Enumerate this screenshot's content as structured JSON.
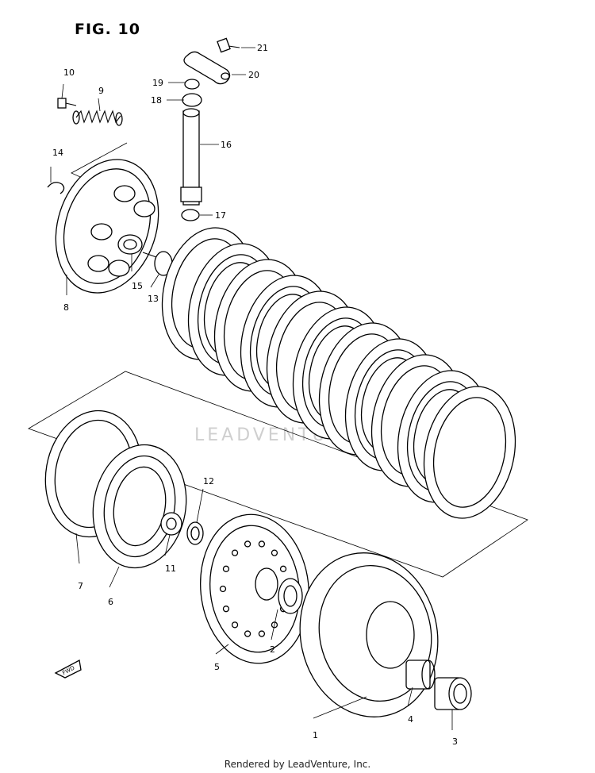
{
  "figure": {
    "title": "FIG. 10"
  },
  "watermark": "LEADVENTURE",
  "footer": "Rendered by LeadVenture, Inc.",
  "fwd_label": "FWD",
  "callouts": [
    "1",
    "2",
    "3",
    "4",
    "5",
    "6",
    "7",
    "8",
    "9",
    "10",
    "11",
    "12",
    "13",
    "14",
    "15",
    "16",
    "17",
    "18",
    "19",
    "20",
    "21"
  ]
}
